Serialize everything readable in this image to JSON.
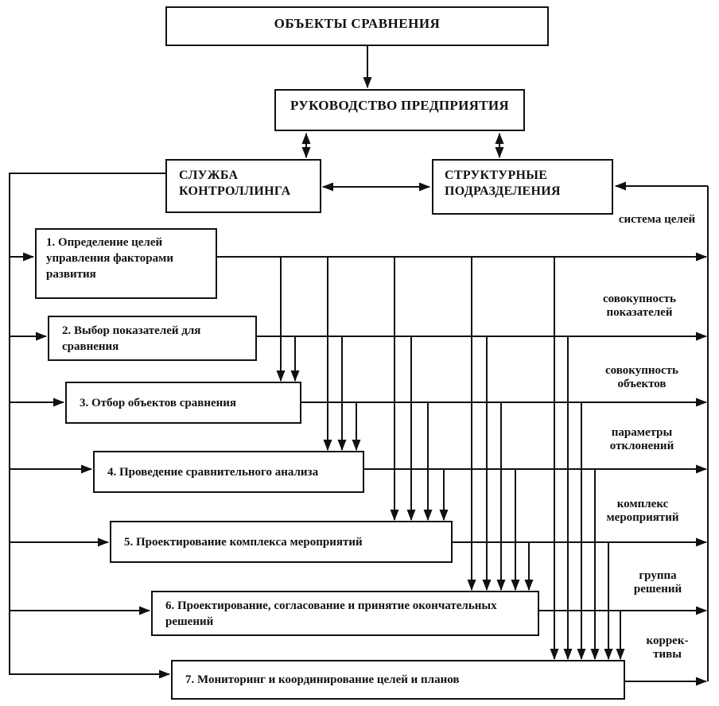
{
  "diagram": {
    "objects_box": "ОБЪЕКТЫ СРАВНЕНИЯ",
    "management_box": "РУКОВОДСТВО ПРЕДПРИЯТИЯ",
    "controlling_box": "СЛУЖБА КОНТРОЛЛИНГА",
    "departments_box": "СТРУКТУРНЫЕ ПОДРАЗДЕЛЕНИЯ",
    "steps": [
      {
        "label": "1. Определение целей управления факторами развития"
      },
      {
        "label": "2. Выбор показателей для сравнения"
      },
      {
        "label": "3. Отбор объектов сравнения"
      },
      {
        "label": "4. Проведение сравнительного анализа"
      },
      {
        "label": "5. Проектирование комплекса мероприятий"
      },
      {
        "label": "6. Проектирование, согласование и принятие окончательных решений"
      },
      {
        "label": "7. Мониторинг и координирование целей и планов"
      }
    ],
    "outputs": [
      {
        "label": "система целей"
      },
      {
        "label": "совокупность показателей"
      },
      {
        "label": "совокупность объектов"
      },
      {
        "label": "параметры отклонений"
      },
      {
        "label": "комплекс мероприятий"
      },
      {
        "label": "группа решений"
      },
      {
        "label": "коррек-тивы"
      }
    ],
    "colors": {
      "line": "#111111",
      "text": "#111111",
      "background": "#ffffff"
    }
  }
}
